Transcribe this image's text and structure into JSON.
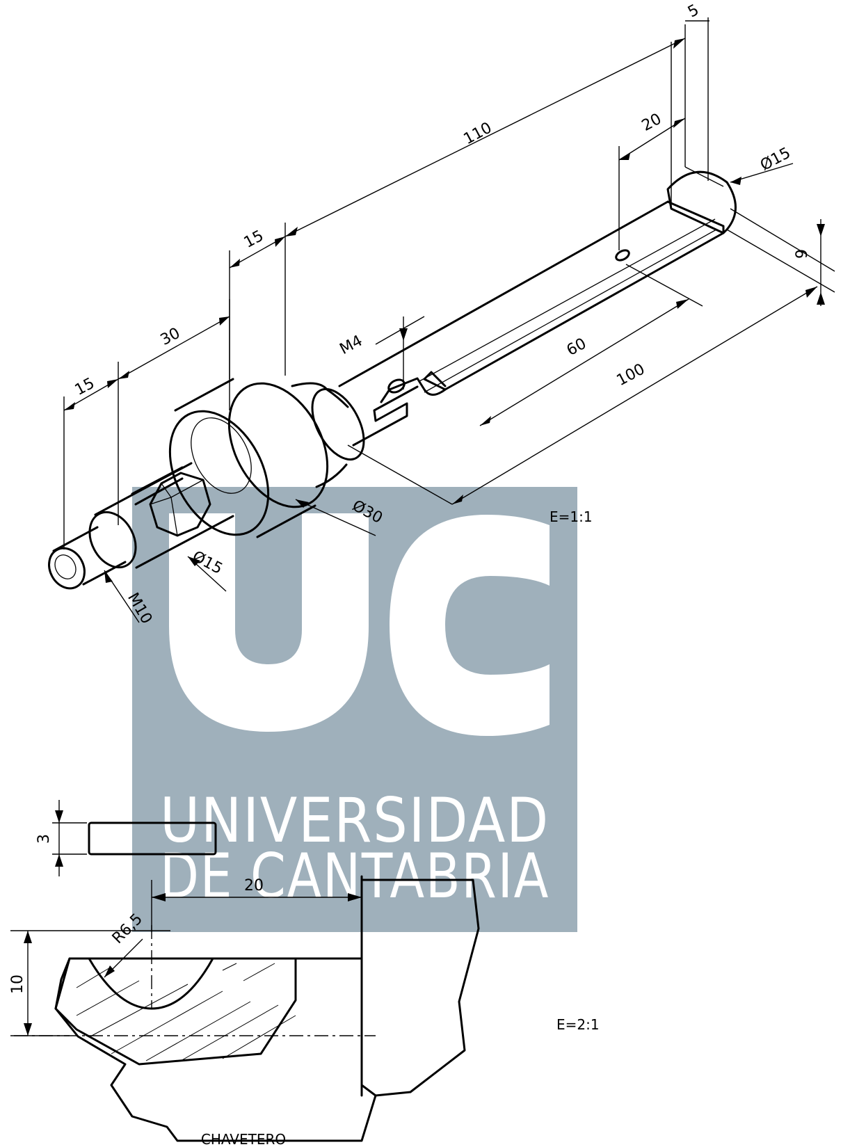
{
  "watermark": {
    "logo": "UC",
    "line1": "UNIVERSIDAD",
    "line2": "DE CANTABRIA",
    "color": "#9fb0bb"
  },
  "isometric_view": {
    "dimensions": {
      "d_5": "5",
      "d_110": "110",
      "d_20": "20",
      "d_phi15_end": "Ø15",
      "d_9": "9",
      "d_15_top": "15",
      "d_30": "30",
      "d_15_left": "15",
      "d_m4": "M4",
      "d_60": "60",
      "d_100": "100",
      "d_phi30": "Ø30",
      "d_phi15_hex": "Ø15",
      "d_m10": "M10"
    },
    "scale": "E=1:1"
  },
  "detail_view": {
    "dimensions": {
      "d_3": "3",
      "d_20": "20",
      "d_r65": "R6,5",
      "d_10": "10"
    },
    "scale": "E=2:1",
    "title": "CHAVETERO"
  }
}
